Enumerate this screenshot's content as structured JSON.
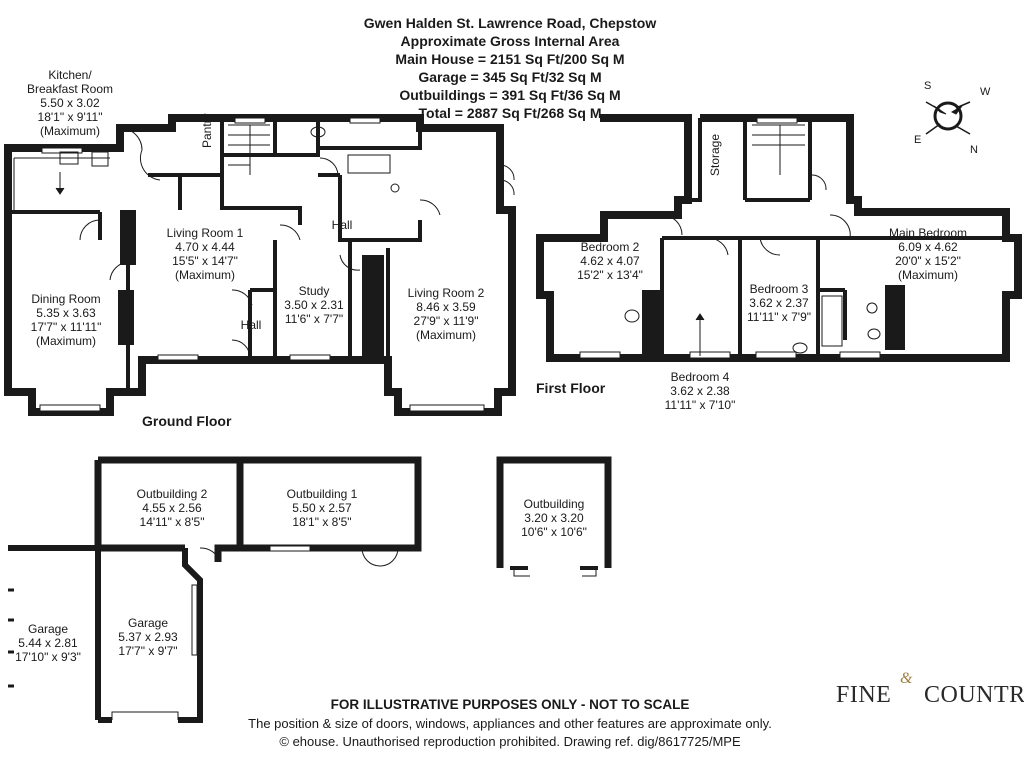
{
  "header": {
    "title": "Gwen Halden St. Lawrence Road, Chepstow",
    "subtitle": "Approximate Gross Internal Area",
    "main_house": "Main House = 2151 Sq Ft/200 Sq M",
    "garage": "Garage = 345 Sq Ft/32 Sq M",
    "outbuildings": "Outbuildings = 391 Sq Ft/36 Sq M",
    "total": "Total = 2887 Sq Ft/268 Sq M"
  },
  "compass": {
    "s": "S",
    "w": "W",
    "e": "E",
    "n": "N"
  },
  "floors": {
    "ground": "Ground Floor",
    "first": "First Floor"
  },
  "rooms": {
    "kitchen": {
      "name": "Kitchen/\nBreakfast Room",
      "metric": "5.50 x 3.02",
      "imperial": "18'1\" x 9'11\"",
      "note": "(Maximum)"
    },
    "pantry": {
      "name": "Pantry"
    },
    "living1": {
      "name": "Living Room 1",
      "metric": "4.70 x 4.44",
      "imperial": "15'5\" x 14'7\"",
      "note": "(Maximum)"
    },
    "dining": {
      "name": "Dining Room",
      "metric": "5.35 x 3.63",
      "imperial": "17'7\" x 11'11\"",
      "note": "(Maximum)"
    },
    "hall1": {
      "name": "Hall"
    },
    "hall2": {
      "name": "Hall"
    },
    "study": {
      "name": "Study",
      "metric": "3.50 x 2.31",
      "imperial": "11'6\" x 7'7\""
    },
    "living2": {
      "name": "Living Room 2",
      "metric": "8.46 x 3.59",
      "imperial": "27'9\" x 11'9\"",
      "note": "(Maximum)"
    },
    "storage": {
      "name": "Storage"
    },
    "bedroom2": {
      "name": "Bedroom 2",
      "metric": "4.62 x 4.07",
      "imperial": "15'2\" x 13'4\""
    },
    "bedroom3": {
      "name": "Bedroom 3",
      "metric": "3.62 x 2.37",
      "imperial": "11'11\" x 7'9\""
    },
    "bedroom4": {
      "name": "Bedroom 4",
      "metric": "3.62 x 2.38",
      "imperial": "11'11\" x 7'10\""
    },
    "main_bedroom": {
      "name": "Main Bedroom",
      "metric": "6.09 x 4.62",
      "imperial": "20'0\" x 15'2\"",
      "note": "(Maximum)"
    },
    "outbuilding2": {
      "name": "Outbuilding 2",
      "metric": "4.55 x 2.56",
      "imperial": "14'11\" x 8'5\""
    },
    "outbuilding1": {
      "name": "Outbuilding 1",
      "metric": "5.50 x 2.57",
      "imperial": "18'1\" x 8'5\""
    },
    "outbuilding": {
      "name": "Outbuilding",
      "metric": "3.20 x 3.20",
      "imperial": "10'6\" x 10'6\""
    },
    "garage_outer": {
      "name": "Garage",
      "metric": "5.44 x 2.81",
      "imperial": "17'10\" x 9'3\""
    },
    "garage_inner": {
      "name": "Garage",
      "metric": "5.37 x 2.93",
      "imperial": "17'7\" x 9'7\""
    }
  },
  "footer": {
    "disclaimer": "FOR ILLUSTRATIVE PURPOSES ONLY - NOT TO SCALE",
    "note": "The position & size of doors, windows, appliances and other features are approximate only.",
    "copyright": "© ehouse. Unauthorised reproduction prohibited. Drawing ref. dig/8617725/MPE"
  },
  "brand": {
    "word1": "FINE",
    "amp": "&",
    "word2": "COUNTRY"
  }
}
